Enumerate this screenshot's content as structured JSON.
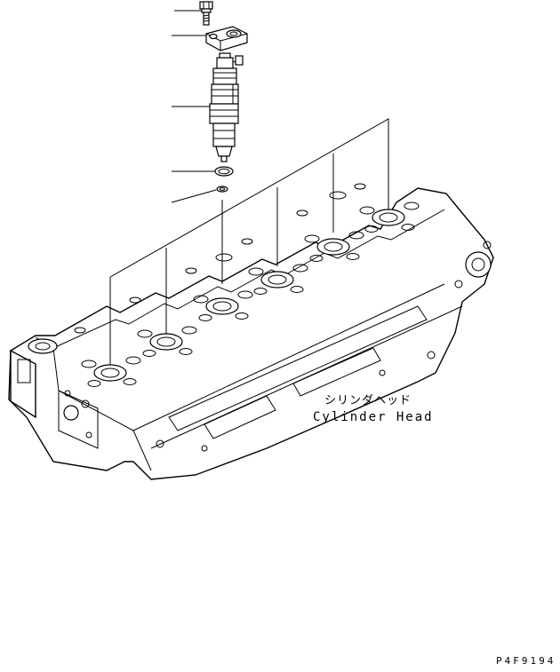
{
  "labels": {
    "jp_name": "シリンダヘッド",
    "en_name": "Cylinder Head",
    "drawing_code": "P4F9194"
  },
  "parts": [
    "bolt",
    "injector-clamp",
    "fuel-injector",
    "o-ring",
    "seal-washer",
    "cylinder-head"
  ]
}
